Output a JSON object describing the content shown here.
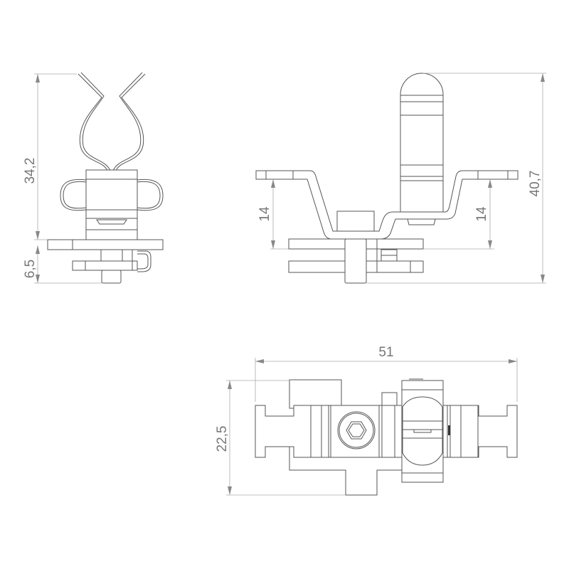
{
  "views": {
    "side_view": {
      "height_dim": "34,2",
      "base_dim": "6,5"
    },
    "front_view": {
      "left_height_dim": "14",
      "right_height_dim": "14",
      "total_height_dim": "40,7"
    },
    "top_view": {
      "width_dim": "51",
      "depth_dim": "22,5"
    }
  },
  "colors": {
    "line": "#555555",
    "dimension": "#aaaaaa",
    "text": "#777777"
  }
}
